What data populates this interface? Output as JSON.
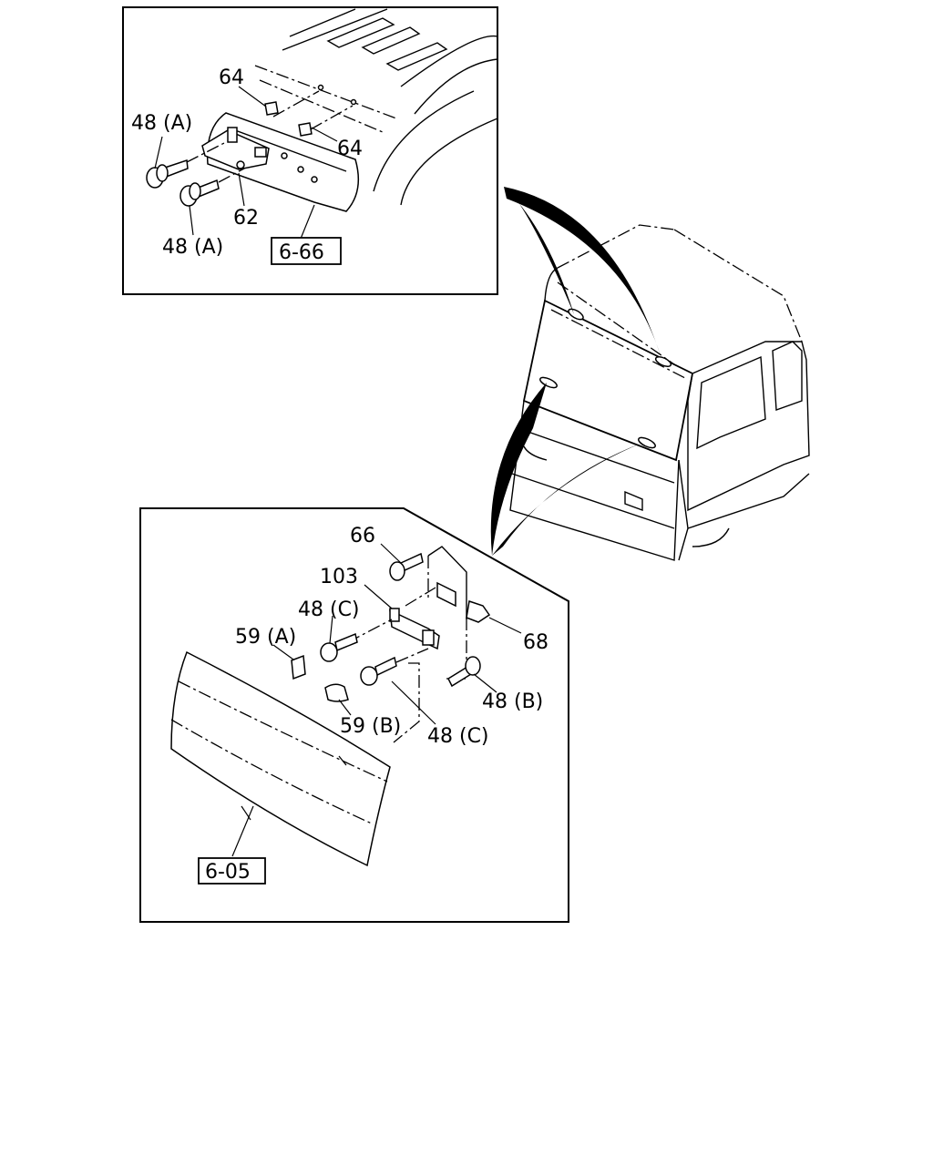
{
  "top_inset": {
    "callouts": {
      "clip_upper": "64",
      "clip_right": "64",
      "bolt_upper": "48 (A)",
      "bolt_lower": "48 (A)",
      "bracket": "62",
      "ref": "6-66"
    }
  },
  "bottom_inset": {
    "callouts": {
      "bolt_top": "66",
      "bracket": "103",
      "bolt_left": "48 (C)",
      "nut_a": "59 (A)",
      "bracket_right": "68",
      "bolt_right": "48 (B)",
      "nut_b": "59 (B)",
      "bolt_mid": "48 (C)",
      "ref": "6-05"
    }
  }
}
